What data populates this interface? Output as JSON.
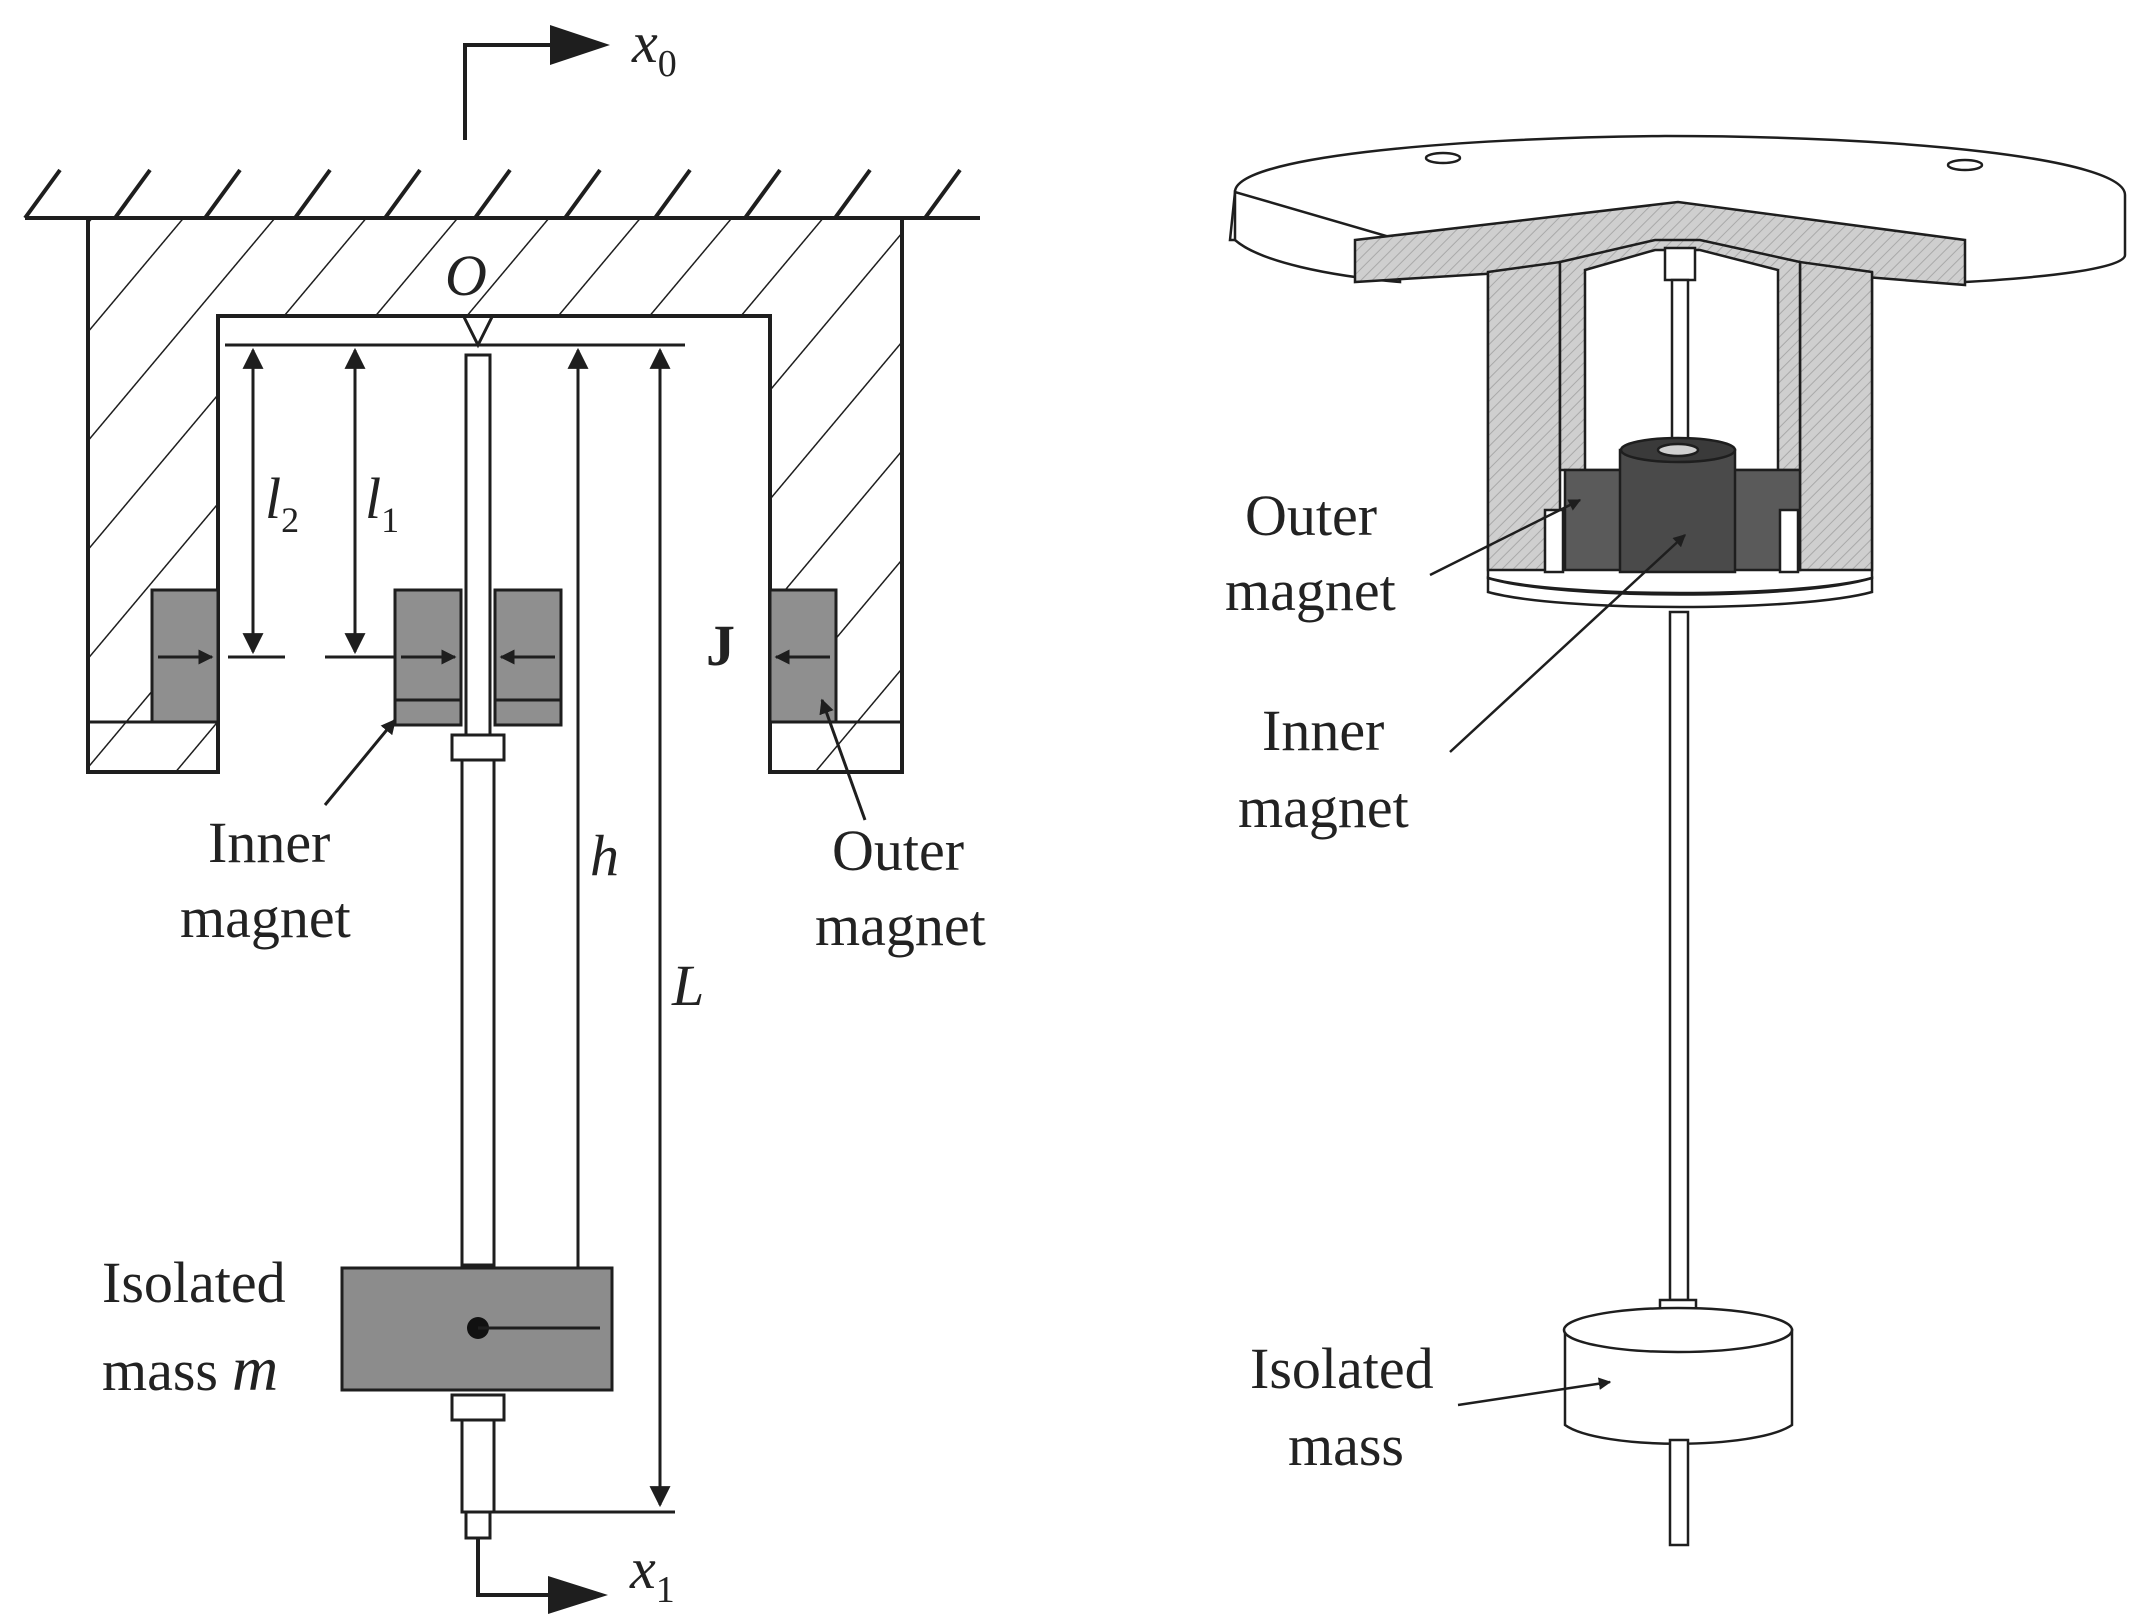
{
  "left_diagram": {
    "origin_label": "O",
    "input_label_main": "x",
    "input_label_sub": "0",
    "output_label_main": "x",
    "output_label_sub": "1",
    "l2_main": "l",
    "l2_sub": "2",
    "l1_main": "l",
    "l1_sub": "1",
    "h_label": "h",
    "L_label": "L",
    "J_label": "J",
    "inner_magnet_line1": "Inner",
    "inner_magnet_line2": "magnet",
    "outer_magnet_line1": "Outer",
    "outer_magnet_line2": "magnet",
    "isolated_mass_line1": "Isolated",
    "isolated_mass_line2a": "mass",
    "isolated_mass_line2b": "m"
  },
  "right_diagram": {
    "outer_magnet_line1": "Outer",
    "outer_magnet_line2": "magnet",
    "inner_magnet_line1": "Inner",
    "inner_magnet_line2": "magnet",
    "isolated_mass_line1": "Isolated",
    "isolated_mass_line2": "mass"
  },
  "colors": {
    "line": "#1e1e1e",
    "magnet_fill": "#8f8f8f",
    "mass_fill": "#8c8c8c",
    "section_fill": "#c8c8c8",
    "dark_magnet": "#4a4a4a"
  }
}
